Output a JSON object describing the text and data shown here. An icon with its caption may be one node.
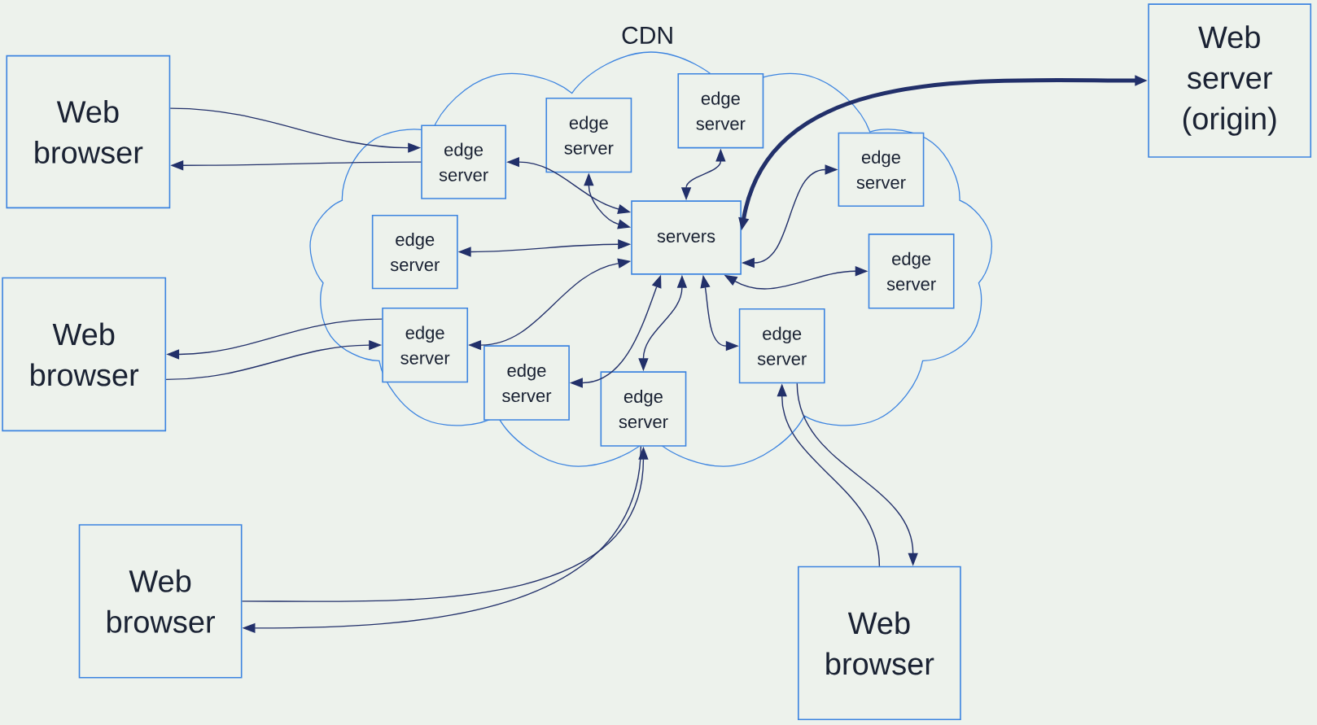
{
  "diagram": {
    "nodes": [
      {
        "text": [
          "Web browser"
        ]
      },
      {
        "text": [
          "Web browser"
        ]
      },
      {
        "text": [
          "Web browser"
        ]
      },
      {
        "text": [
          "Web browser"
        ]
      },
      {
        "text": [
          "Web server (origin)"
        ]
      },
      {
        "text": [
          "CDN"
        ]
      },
      {
        "text": [
          "edge server"
        ],
        "in": 5
      },
      {
        "text": [
          "edge server"
        ],
        "in": 5
      },
      {
        "text": [
          "edge server"
        ],
        "in": 5
      },
      {
        "text": [
          "edge server"
        ],
        "in": 5
      },
      {
        "text": [
          "edge server"
        ],
        "in": 5
      },
      {
        "text": [
          "servers"
        ],
        "in": 5
      },
      {
        "text": [
          "edge server"
        ],
        "in": 5
      },
      {
        "text": [
          "edge server"
        ],
        "in": 5
      },
      {
        "text": [
          "edge server"
        ],
        "in": 5
      },
      {
        "text": [
          "edge server"
        ],
        "in": 5
      },
      {
        "text": [
          "edge server"
        ],
        "in": 5
      }
    ],
    "edges": [
      {
        "from": 0,
        "to": 6,
        "arrow": "to"
      },
      {
        "from": 6,
        "to": 0,
        "arrow": "to"
      },
      {
        "from": 13,
        "to": 1,
        "arrow": "to"
      },
      {
        "from": 1,
        "to": 13,
        "arrow": "to"
      },
      {
        "from": 2,
        "to": 16,
        "arrow": "to"
      },
      {
        "from": 16,
        "to": 2,
        "arrow": "to"
      },
      {
        "from": 14,
        "to": 3,
        "arrow": "to"
      },
      {
        "from": 3,
        "to": 14,
        "arrow": "to"
      },
      {
        "from": 11,
        "to": 4,
        "arrow": "both",
        "style": "thick"
      },
      {
        "from": 11,
        "to": 6,
        "arrow": "both"
      },
      {
        "from": 11,
        "to": 7,
        "arrow": "both"
      },
      {
        "from": 11,
        "to": 8,
        "arrow": "both"
      },
      {
        "from": 11,
        "to": 10,
        "arrow": "both"
      },
      {
        "from": 11,
        "to": 13,
        "arrow": "both"
      },
      {
        "from": 11,
        "to": 9,
        "arrow": "both"
      },
      {
        "from": 11,
        "to": 12,
        "arrow": "both"
      },
      {
        "from": 11,
        "to": 14,
        "arrow": "both"
      },
      {
        "from": 11,
        "to": 15,
        "arrow": "both"
      },
      {
        "from": 11,
        "to": 16,
        "arrow": "both"
      }
    ]
  }
}
